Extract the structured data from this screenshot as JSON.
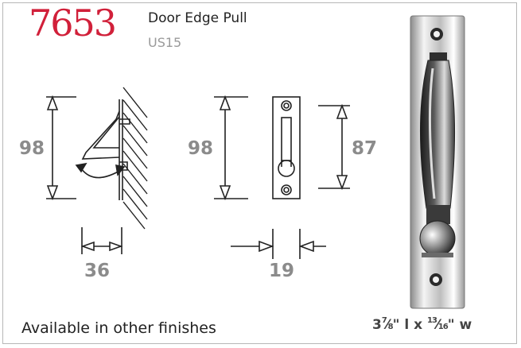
{
  "product": {
    "model_number": "7653",
    "name": "Door Edge Pull",
    "finish_code": "US15"
  },
  "dimensions": {
    "side_height": "98",
    "side_depth": "36",
    "front_height": "98",
    "front_width": "19",
    "hole_spacing": "87"
  },
  "footer": {
    "availability": "Available in other finishes",
    "size_length_whole": "3",
    "size_length_num": "7",
    "size_length_den": "8",
    "size_length_unit": "\" l x ",
    "size_width_num": "13",
    "size_width_den": "16",
    "size_width_unit": "\" w"
  },
  "colors": {
    "model_red": "#d1203a",
    "dimension_gray": "#8b8b8b",
    "line": "#222222",
    "chrome_dark": "#333333",
    "chrome_light": "#e8e8e8"
  }
}
